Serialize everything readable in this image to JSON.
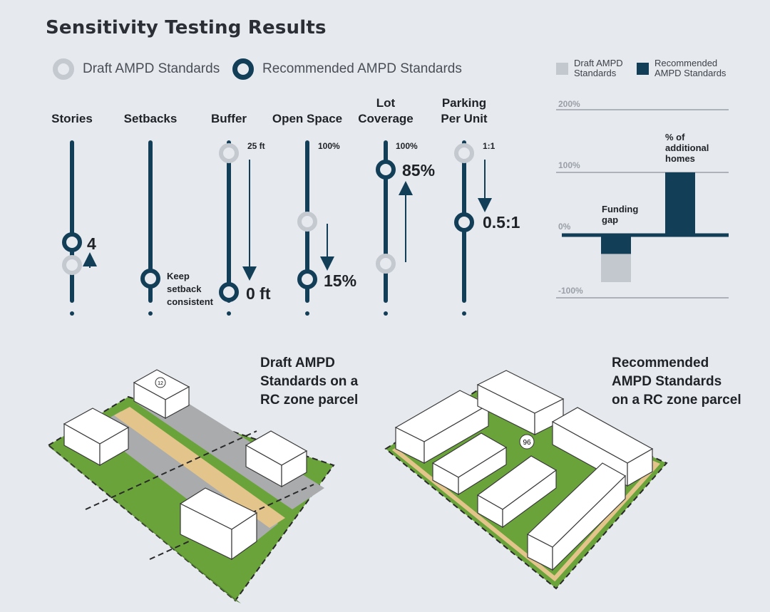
{
  "title": "Sensitivity Testing Results",
  "legend": {
    "draft": "Draft AMPD Standards",
    "recommended": "Recommended AMPD Standards"
  },
  "sliders": {
    "stories": {
      "label": "Stories",
      "value": "4"
    },
    "setbacks": {
      "label": "Setbacks",
      "note_line1": "Keep",
      "note_line2": "setback",
      "note_line3": "consistent"
    },
    "buffer": {
      "label": "Buffer",
      "top": "25 ft",
      "value": "0 ft"
    },
    "open_space": {
      "label": "Open Space",
      "top": "100%",
      "value": "15%"
    },
    "lot_coverage": {
      "label_line1": "Lot",
      "label_line2": "Coverage",
      "top": "100%",
      "value": "85%"
    },
    "parking": {
      "label_line1": "Parking",
      "label_line2": "Per Unit",
      "top": "1:1",
      "value": "0.5:1"
    }
  },
  "chart_data": {
    "type": "bar",
    "categories": [
      "Funding gap",
      "% of additional homes"
    ],
    "series": [
      {
        "name": "Draft AMPD Standards",
        "values": [
          -75,
          null
        ]
      },
      {
        "name": "Recommended AMPD Standards",
        "values": [
          -30,
          100
        ]
      }
    ],
    "ylim": [
      -100,
      200
    ],
    "yticks": [
      "200%",
      "100%",
      "0%",
      "-100%"
    ],
    "annotations": {
      "funding_gap_line1": "Funding",
      "funding_gap_line2": "gap",
      "homes_line1": "% of",
      "homes_line2": "additional",
      "homes_line3": "homes"
    },
    "legend": {
      "draft_line1": "Draft AMPD",
      "draft_line2": "Standards",
      "rec_line1": "Recommended",
      "rec_line2": "AMPD Standards"
    },
    "colors": {
      "draft": "#c3c7ce",
      "recommended": "#123e57"
    }
  },
  "drawings": {
    "left_caption": [
      "Draft AMPD",
      "Standards on a",
      "RC zone parcel"
    ],
    "right_caption": [
      "Recommended",
      "AMPD Standards",
      "on a RC zone parcel"
    ],
    "left_stories_badge": "12",
    "right_stories_badge": "96"
  },
  "colors": {
    "navy": "#123e57",
    "gray": "#c4c8cf",
    "bg": "#e6e9ee",
    "grass": "#6aa33a",
    "path": "#e3c48b"
  }
}
